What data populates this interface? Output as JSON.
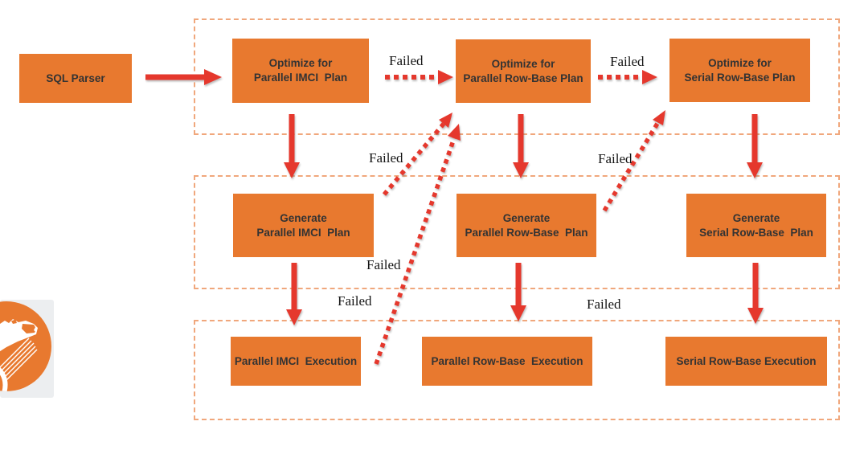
{
  "colors": {
    "box-orange": "#E8792F",
    "arrow-red": "#E5382D",
    "frame-border": "#F0A77C",
    "box-text": "#333333",
    "failed-text": "#141414",
    "logo-bg": "#ECEEF0",
    "canvas-bg": "#FFFFFF"
  },
  "icons": {
    "logo": "polardb-bear-logo"
  },
  "boxes": {
    "sql_parser": {
      "label": "SQL Parser"
    },
    "optimize_parallel_imci": {
      "label": "Optimize for\nParallel IMCI  Plan"
    },
    "optimize_parallel_rowbase": {
      "label": "Optimize for\nParallel Row-Base Plan"
    },
    "optimize_serial_rowbase": {
      "label": "Optimize for\nSerial Row-Base Plan"
    },
    "generate_parallel_imci": {
      "label": "Generate\nParallel IMCI  Plan"
    },
    "generate_parallel_rowbase": {
      "label": "Generate\nParallel Row-Base  Plan"
    },
    "generate_serial_rowbase": {
      "label": "Generate\nSerial Row-Base  Plan"
    },
    "exec_parallel_imci": {
      "label": "Parallel IMCI  Execution"
    },
    "exec_parallel_rowbase": {
      "label": "Parallel Row-Base  Execution"
    },
    "exec_serial_rowbase": {
      "label": "Serial Row-Base Execution"
    }
  },
  "edge_labels": {
    "failed": "Failed"
  }
}
